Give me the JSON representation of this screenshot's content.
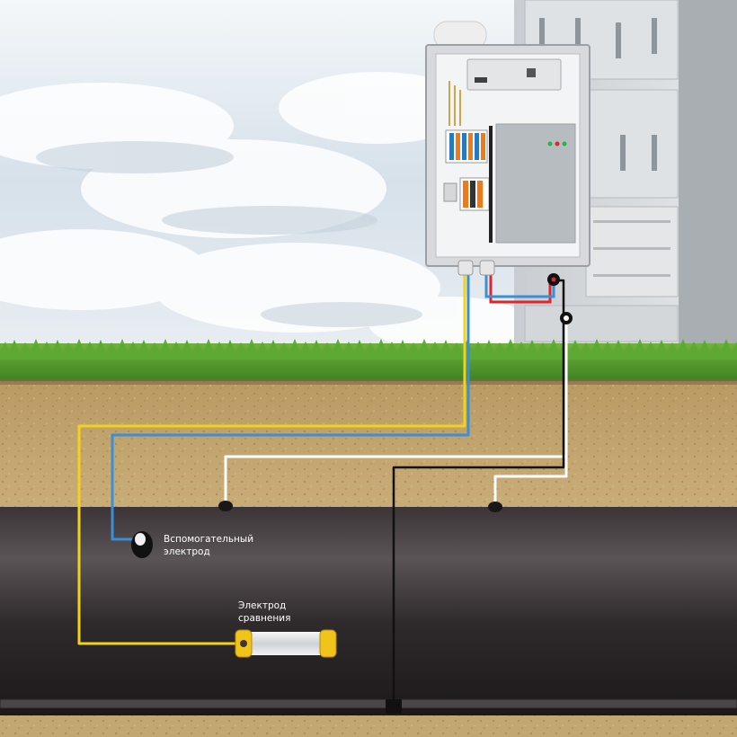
{
  "labels": {
    "auxiliary_electrode": {
      "line1": "Вспомогательный",
      "line2": "электрод"
    },
    "reference_electrode": {
      "line1": "Электрод",
      "line2": "сравнения"
    }
  },
  "colors": {
    "wire_yellow": "#f2d21a",
    "wire_blue": "#3a8fd6",
    "wire_white": "#ffffff",
    "wire_black": "#111111",
    "wire_red": "#e0262b",
    "grass": "#4f9a2a",
    "soil": "#c2a56f",
    "pipe": "#2e2a2c",
    "cabinet": "#d7d9dc"
  }
}
